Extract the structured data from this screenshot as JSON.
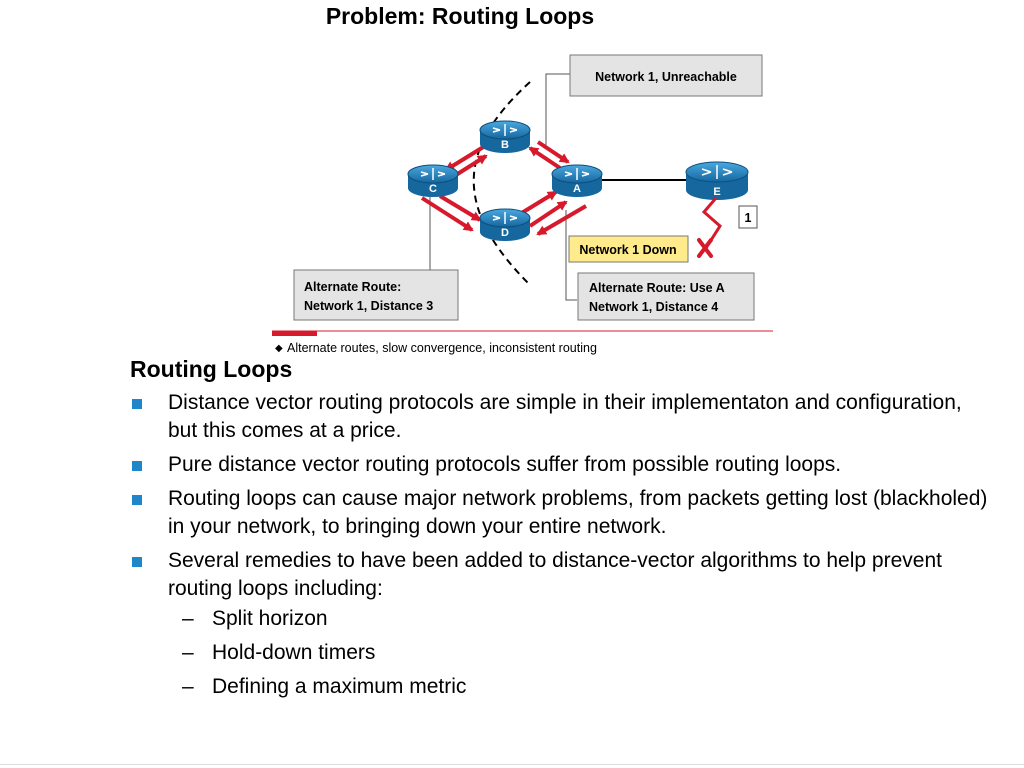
{
  "diagram": {
    "title": "Problem: Routing Loops",
    "routers": [
      {
        "id": "B",
        "label": "B"
      },
      {
        "id": "C",
        "label": "C"
      },
      {
        "id": "A",
        "label": "A"
      },
      {
        "id": "D",
        "label": "D"
      },
      {
        "id": "E",
        "label": "E"
      }
    ],
    "callouts": {
      "unreachable": "Network 1, Unreachable",
      "alt_c_line1": "Alternate Route:",
      "alt_c_line2": "Network 1, Distance 3",
      "network_down": "Network 1 Down",
      "alt_a_line1": "Alternate Route: Use A",
      "alt_a_line2": "Network 1, Distance 4",
      "step_number": "1"
    },
    "caption": "Alternate routes, slow convergence, inconsistent routing",
    "colors": {
      "router": "#1e7fbf",
      "arrow": "#d7192c",
      "accent_bar": "#d7192c",
      "highlight": "#ffeb8c"
    }
  },
  "content": {
    "heading": "Routing Loops",
    "bullets": [
      {
        "text": "Distance vector routing protocols are simple in their implementaton and configuration, but this comes at a price."
      },
      {
        "text": "Pure distance vector routing protocols suffer from possible routing loops."
      },
      {
        "text": "Routing loops can cause major network problems, from packets getting lost (blackholed) in your network, to bringing down your entire network."
      },
      {
        "text": "Several remedies to have been added to distance-vector algorithms to help prevent routing loops including:",
        "sub": [
          "Split horizon",
          "Hold-down timers",
          "Defining a maximum metric"
        ]
      }
    ],
    "bullet_color": "#1f86c9"
  }
}
